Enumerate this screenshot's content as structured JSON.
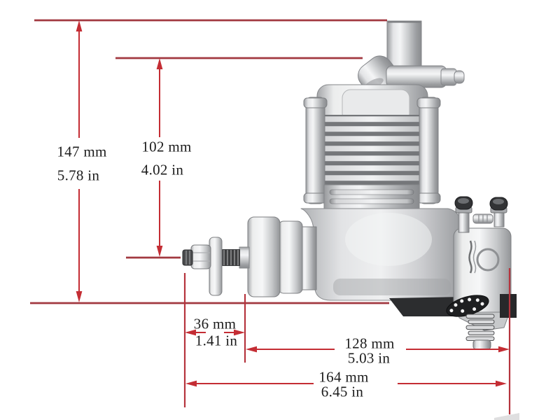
{
  "diagram": {
    "subject": "two-stroke gas engine side view with outline dimensions",
    "dimensions": {
      "overall_height": {
        "mm": "147 mm",
        "in": "5.78 in"
      },
      "upper_height": {
        "mm": "102 mm",
        "in": "4.02 in"
      },
      "front_length": {
        "mm": "36 mm",
        "in": "1.41 in"
      },
      "body_length": {
        "mm": "128 mm",
        "in": "5.03 in"
      },
      "overall_length": {
        "mm": "164 mm",
        "in": "6.45 in"
      }
    },
    "colors": {
      "reference_line": "#a23940",
      "dimension_line": "#c42d34",
      "label_text": "#1c1c1c",
      "background": "#ffffff",
      "engine_metal": "#d6d8da"
    }
  }
}
